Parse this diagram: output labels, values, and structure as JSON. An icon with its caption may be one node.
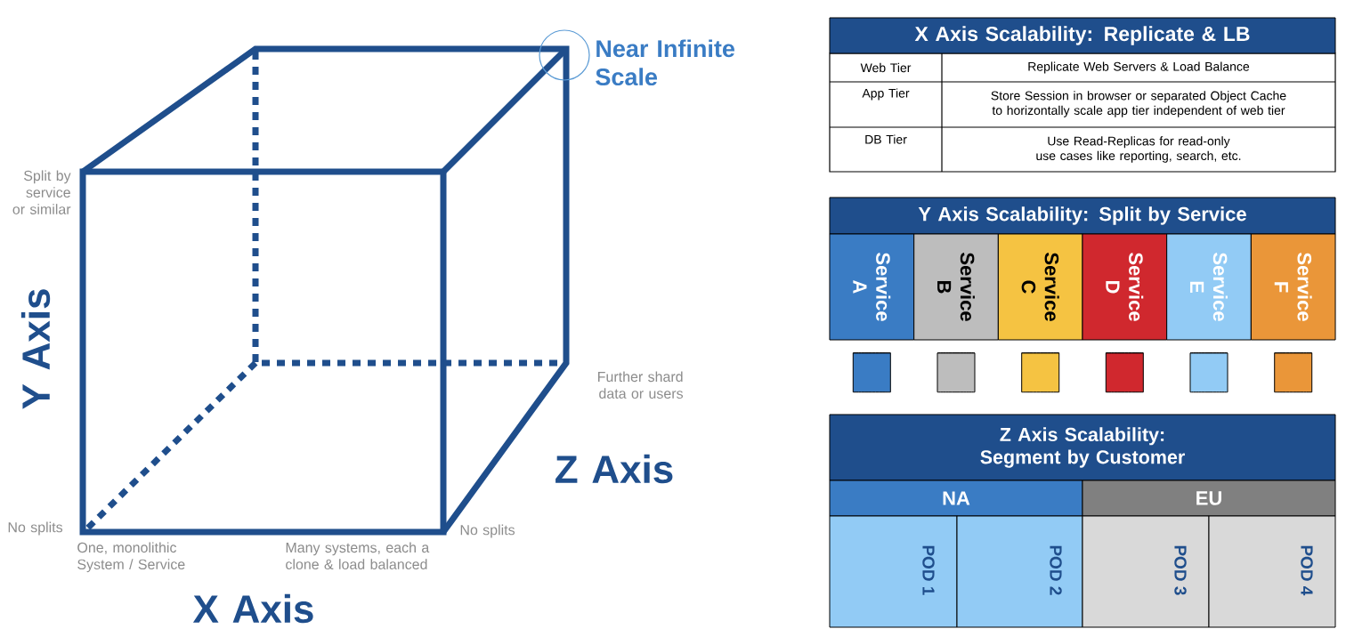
{
  "diagram": {
    "nodes": [
      {
        "text": [
          "X Axis Scalability: Replicate & LB"
        ]
      },
      {
        "text": [
          "Y Axis Scalability: Split by Service"
        ]
      },
      {
        "text": [
          "Service A"
        ]
      },
      {
        "text": [
          "Service B"
        ]
      },
      {
        "text": [
          "Service C"
        ]
      },
      {
        "text": [
          "Service D"
        ]
      },
      {
        "text": [
          "Service E"
        ]
      },
      {
        "text": [
          "Service F"
        ]
      },
      {
        "text": [],
        "shape": "cylinder"
      },
      {
        "text": [],
        "shape": "cylinder"
      },
      {
        "text": [],
        "shape": "cylinder"
      },
      {
        "text": [],
        "shape": "cylinder"
      },
      {
        "text": [],
        "shape": "cylinder"
      },
      {
        "text": [],
        "shape": "cylinder"
      },
      {
        "text": [
          "Z Axis Scalability: Segment by Customer"
        ]
      },
      {
        "text": [
          "NA"
        ]
      },
      {
        "text": [
          "EU"
        ]
      },
      {
        "text": [
          "POD 1"
        ]
      },
      {
        "text": [
          "POD 2"
        ]
      },
      {
        "text": [
          "POD 3"
        ]
      },
      {
        "text": [
          "POD 4"
        ]
      }
    ],
    "labels": [
      "Near Infinite Scale",
      "Split by service or similar",
      "Y Axis",
      "Further shard data or users",
      "Z Axis",
      "No splits",
      "One, monolithic System / Service",
      "Many systems, each a clone & load balanced",
      "No splits",
      "X Axis",
      "Web Tier",
      "Replicate Web Servers & Load Balance",
      "App Tier",
      "Store Session in browser or separated Object Cache to horizontally scale app tier independent of web tier",
      "DB Tier",
      "Use Read-Replicas for read-only use cases like reporting, search, etc."
    ]
  }
}
